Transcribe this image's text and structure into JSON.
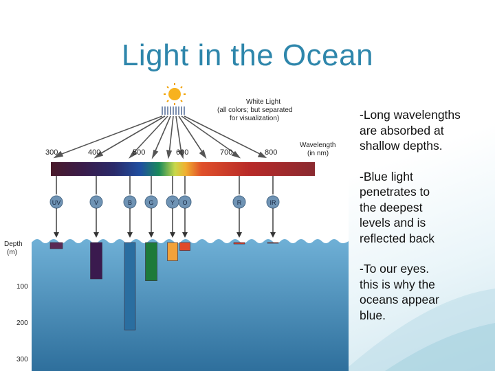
{
  "slide": {
    "title": "Light in the Ocean"
  },
  "diagram": {
    "source_label": [
      "White Light",
      "(all colors; but separated",
      "for visualization)"
    ],
    "wavelength_axis": {
      "label_lines": [
        "Wavelength",
        "(in nm)"
      ],
      "ticks": [
        "300",
        "400",
        "500",
        "600",
        "700",
        "800"
      ]
    },
    "depth_axis": {
      "label_lines": [
        "Depth",
        "(m)"
      ],
      "ticks": [
        "100",
        "200",
        "300"
      ]
    },
    "colors": [
      {
        "code": "UV",
        "color": "#5a2a55",
        "depth_m": 17
      },
      {
        "code": "V",
        "color": "#3a1a4e",
        "depth_m": 100
      },
      {
        "code": "B",
        "color": "#2a6ea0",
        "depth_m": 240
      },
      {
        "code": "G",
        "color": "#1d7a3a",
        "depth_m": 105
      },
      {
        "code": "Y",
        "color": "#f2a23a",
        "depth_m": 50
      },
      {
        "code": "O",
        "color": "#e04a2a",
        "depth_m": 22
      },
      {
        "code": "R",
        "color": "#d8402a",
        "depth_m": 4
      },
      {
        "code": "IR",
        "color": "#c8502a",
        "depth_m": 2
      }
    ]
  },
  "notes": [
    "-Long wavelengths\nare absorbed at\nshallow depths.",
    "-Blue light\npenetrates to\nthe deepest\nlevels and is\nreflected back",
    "-To our eyes.\nthis is why the\noceans appear\nblue."
  ]
}
